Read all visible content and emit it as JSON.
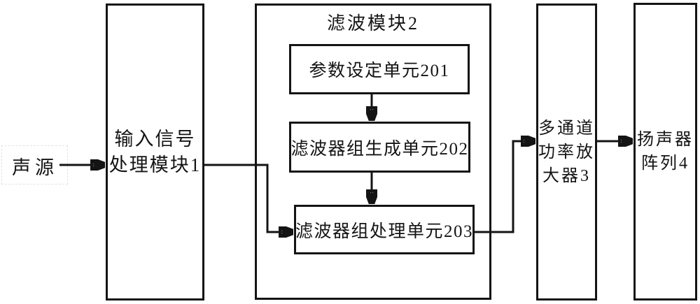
{
  "diagram": {
    "source_label": "声源",
    "blocks": {
      "input_module": {
        "lines": [
          "输入信号",
          "处理模块1"
        ]
      },
      "filter_module": {
        "title": "滤波模块2"
      },
      "param_unit": {
        "label": "参数设定单元201"
      },
      "gen_unit": {
        "label": "滤波器组生成单元202"
      },
      "proc_unit": {
        "label": "滤波器组处理单元203"
      },
      "amplifier": {
        "lines": [
          "多通道",
          "功率放",
          "大器3"
        ]
      },
      "speaker_array": {
        "lines": [
          "扬声器",
          "阵列4"
        ]
      }
    },
    "colors": {
      "line": "#141414",
      "background": "#ffffff"
    },
    "edges": [
      {
        "from": "声源",
        "to": "输入信号处理模块1"
      },
      {
        "from": "输入信号处理模块1",
        "to": "滤波器组处理单元203"
      },
      {
        "from": "参数设定单元201",
        "to": "滤波器组生成单元202"
      },
      {
        "from": "滤波器组生成单元202",
        "to": "滤波器组处理单元203"
      },
      {
        "from": "滤波器组处理单元203",
        "to": "多通道功率放大器3"
      },
      {
        "from": "多通道功率放大器3",
        "to": "扬声器阵列4"
      }
    ]
  }
}
